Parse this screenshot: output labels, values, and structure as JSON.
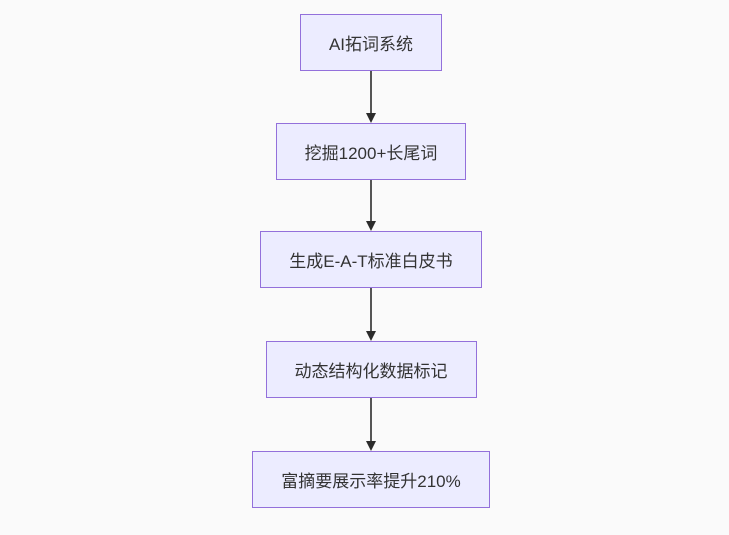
{
  "diagram": {
    "type": "flowchart",
    "direction": "top-down",
    "nodes": [
      {
        "id": "node-1",
        "label": "AI拓词系统"
      },
      {
        "id": "node-2",
        "label": "挖掘1200+长尾词"
      },
      {
        "id": "node-3",
        "label": "生成E-A-T标准白皮书"
      },
      {
        "id": "node-4",
        "label": "动态结构化数据标记"
      },
      {
        "id": "node-5",
        "label": "富摘要展示率提升210%"
      }
    ],
    "edges": [
      {
        "from": "node-1",
        "to": "node-2",
        "arrow": "down"
      },
      {
        "from": "node-2",
        "to": "node-3",
        "arrow": "down"
      },
      {
        "from": "node-3",
        "to": "node-4",
        "arrow": "down"
      },
      {
        "from": "node-4",
        "to": "node-5",
        "arrow": "down"
      }
    ],
    "colors": {
      "background": "#fafafa",
      "node_fill": "#ececff",
      "node_border": "#9370db",
      "edge_line": "#555555",
      "arrow_head": "#2b2b2b",
      "text": "#333333"
    }
  }
}
